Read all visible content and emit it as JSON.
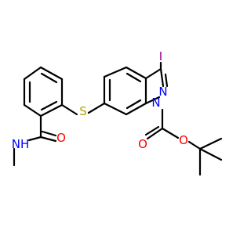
{
  "molecule": {
    "atoms": {
      "iodine": "I",
      "n_pyrazole_2": "N",
      "n_pyrazole_1": "N",
      "sulfur": "S",
      "amide_oxygen": "O",
      "amide_nh": "NH",
      "ester_oxygen_carbonyl": "O",
      "ester_oxygen_ether": "O"
    },
    "colors": {
      "carbon_bond": "#000000",
      "nitrogen": "#0000ff",
      "oxygen": "#ff0000",
      "sulfur": "#b8a000",
      "iodine": "#940094"
    }
  }
}
